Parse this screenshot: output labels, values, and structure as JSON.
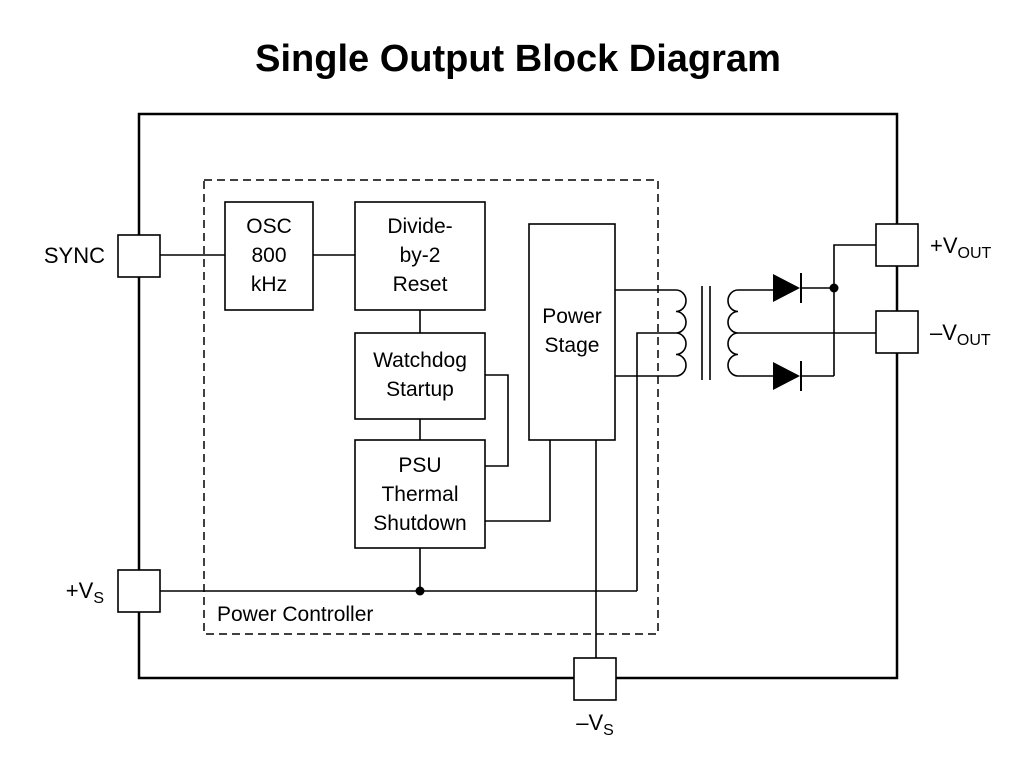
{
  "title": "Single Output Block Diagram",
  "pins": {
    "sync": "SYNC",
    "vs_plus_prefix": "+V",
    "vs_plus_sub": "S",
    "vs_minus_prefix": "–V",
    "vs_minus_sub": "S",
    "vout_plus_prefix": "+V",
    "vout_plus_sub": "OUT",
    "vout_minus_prefix": "–V",
    "vout_minus_sub": "OUT"
  },
  "blocks": {
    "osc": [
      "OSC",
      "800",
      "kHz"
    ],
    "divide": [
      "Divide-",
      "by-2",
      "Reset"
    ],
    "watchdog": [
      "Watchdog",
      "Startup"
    ],
    "psu": [
      "PSU",
      "Thermal",
      "Shutdown"
    ],
    "power_stage": [
      "Power",
      "Stage"
    ]
  },
  "power_controller_label": "Power Controller"
}
